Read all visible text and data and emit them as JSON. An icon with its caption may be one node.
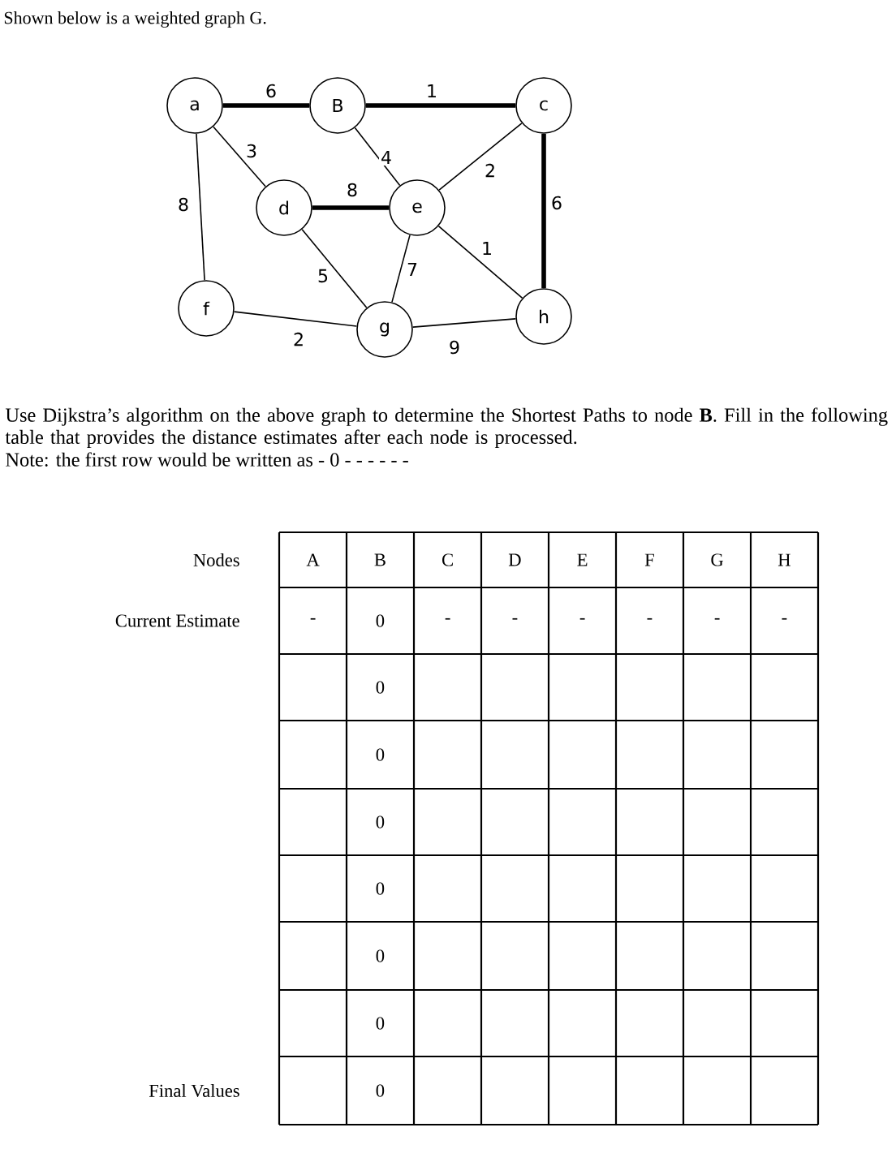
{
  "diagram": {
    "title": "Shown below is a weighted graph G.",
    "nodes": [
      {
        "text": [
          "a"
        ]
      },
      {
        "text": [
          "B"
        ]
      },
      {
        "text": [
          "c"
        ]
      },
      {
        "text": [
          "d"
        ]
      },
      {
        "text": [
          "e"
        ]
      },
      {
        "text": [
          "f"
        ]
      },
      {
        "text": [
          "g"
        ]
      },
      {
        "text": [
          "h"
        ]
      }
    ],
    "edges": [
      {
        "from": 0,
        "to": 1,
        "arrow": "none",
        "label": "6",
        "style": "thick"
      },
      {
        "from": 1,
        "to": 2,
        "arrow": "none",
        "label": "1",
        "style": "thick"
      },
      {
        "from": 0,
        "to": 3,
        "arrow": "none",
        "label": "3"
      },
      {
        "from": 1,
        "to": 4,
        "arrow": "none",
        "label": "4"
      },
      {
        "from": 2,
        "to": 4,
        "arrow": "none",
        "label": "2"
      },
      {
        "from": 0,
        "to": 5,
        "arrow": "none",
        "label": "8"
      },
      {
        "from": 3,
        "to": 4,
        "arrow": "none",
        "label": "8",
        "style": "thick"
      },
      {
        "from": 2,
        "to": 7,
        "arrow": "none",
        "label": "6",
        "style": "thick"
      },
      {
        "from": 4,
        "to": 7,
        "arrow": "none",
        "label": "1"
      },
      {
        "from": 3,
        "to": 6,
        "arrow": "none",
        "label": "5"
      },
      {
        "from": 4,
        "to": 6,
        "arrow": "none",
        "label": "7"
      },
      {
        "from": 5,
        "to": 6,
        "arrow": "none",
        "label": "2"
      },
      {
        "from": 6,
        "to": 7,
        "arrow": "none",
        "label": "9"
      }
    ],
    "labels": [
      "Use Dijkstra’s algorithm on the above graph to determine the Shortest Paths to node **B**.  Fill in the following table that provides the distance estimates after each node is processed.",
      "Note: the first row would be written as - 0 - - - - - -",
      "Nodes",
      "A",
      "B",
      "C",
      "D",
      "E",
      "F",
      "G",
      "H",
      "Current Estimate",
      "-",
      "0",
      "-",
      "-",
      "-",
      "-",
      "-",
      "-",
      "0",
      "0",
      "0",
      "0",
      "0",
      "0",
      "Final Values",
      "0"
    ]
  }
}
